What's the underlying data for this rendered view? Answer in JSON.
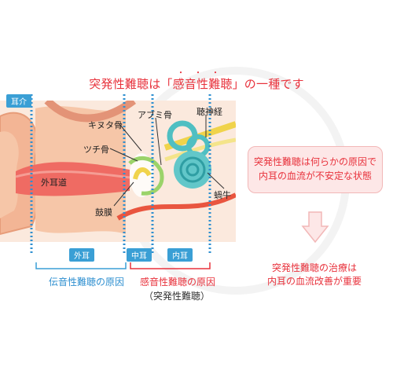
{
  "title": "突発性難聴は「感音性難聴」の一種です",
  "emphasis_dots": "・・・",
  "tags": {
    "auricle": "耳介",
    "outer_ear": "外耳",
    "middle_ear": "中耳",
    "inner_ear": "内耳"
  },
  "labels": {
    "ear_canal": "外耳道",
    "incus": "キヌタ骨",
    "malleus": "ツチ骨",
    "eardrum": "鼓膜",
    "stapes": "アブミ骨",
    "auditory_nerve": "聴神経",
    "cochlea": "蝸牛"
  },
  "captions": {
    "conductive": "伝音性難聴の原因",
    "sensorineural": "感音性難聴の原因",
    "sudden": "（突発性難聴）"
  },
  "cause_box": {
    "line1": "突発性難聴は何らかの原因で",
    "line2": "内耳の血流が不安定な状態"
  },
  "treatment": {
    "line1": "突発性難聴の治療は",
    "line2": "内耳の血流改善が重要"
  },
  "colors": {
    "accent_red": "#e8323c",
    "tag_blue": "#3a9fd5",
    "skin": "#f6c6a8",
    "inner_red": "#ef6b63"
  }
}
